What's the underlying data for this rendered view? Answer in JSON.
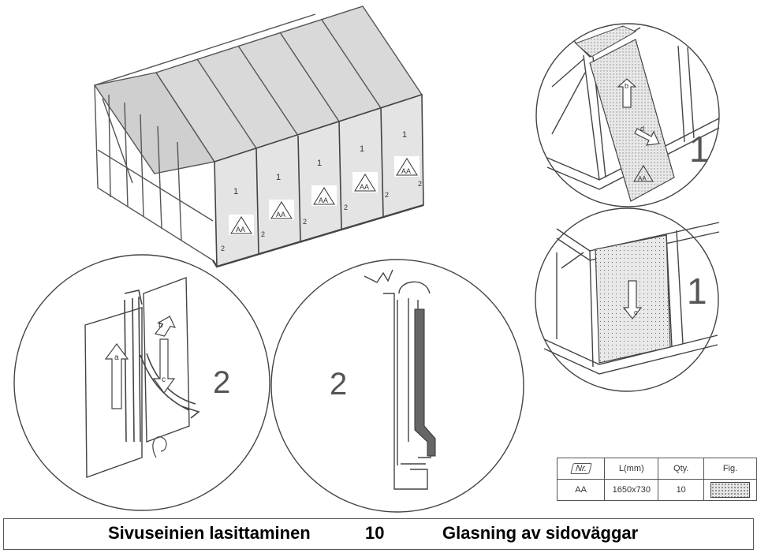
{
  "footer": {
    "title_fi": "Sivuseinien lasittaminen",
    "page_number": "10",
    "title_sv": "Glasning av sidoväggar"
  },
  "main_drawing": {
    "panel_number": "1",
    "clip_number": "2",
    "panel_code": "AA"
  },
  "detail_top_right": {
    "step_number": "1",
    "code": "AA",
    "arrow_b": "b",
    "arrow_d": "d"
  },
  "detail_mid_right": {
    "step_number": "1",
    "arrow_c": "c"
  },
  "detail_bottom_left": {
    "step_number": "2",
    "arrow_a": "a",
    "arrow_b": "b",
    "arrow_c": "c"
  },
  "detail_bottom_center": {
    "step_number": "2"
  },
  "parts_table": {
    "headers": {
      "nr": "Nr.",
      "length": "L(mm)",
      "qty": "Qty.",
      "fig": "Fig."
    },
    "row": {
      "nr": "AA",
      "length": "1650x730",
      "qty": "10"
    }
  }
}
